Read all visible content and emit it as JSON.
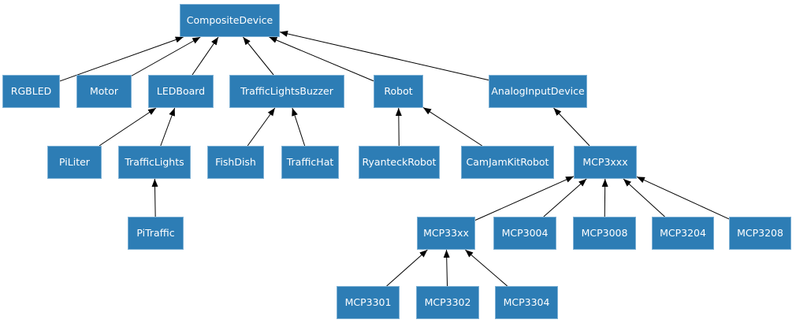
{
  "diagram": {
    "type": "inheritance-diagram",
    "colors": {
      "background": "#ffffff",
      "node_fill": "#2d7db5",
      "node_border": "#7eb1d5",
      "node_text": "#ffffff",
      "edge": "#000000"
    },
    "nodes": [
      {
        "id": "CompositeDevice",
        "label": "CompositeDevice"
      },
      {
        "id": "RGBLED",
        "label": "RGBLED"
      },
      {
        "id": "Motor",
        "label": "Motor"
      },
      {
        "id": "LEDBoard",
        "label": "LEDBoard"
      },
      {
        "id": "TrafficLightsBuzzer",
        "label": "TrafficLightsBuzzer"
      },
      {
        "id": "Robot",
        "label": "Robot"
      },
      {
        "id": "AnalogInputDevice",
        "label": "AnalogInputDevice"
      },
      {
        "id": "PiLiter",
        "label": "PiLiter"
      },
      {
        "id": "TrafficLights",
        "label": "TrafficLights"
      },
      {
        "id": "FishDish",
        "label": "FishDish"
      },
      {
        "id": "TrafficHat",
        "label": "TrafficHat"
      },
      {
        "id": "RyanteckRobot",
        "label": "RyanteckRobot"
      },
      {
        "id": "CamJamKitRobot",
        "label": "CamJamKitRobot"
      },
      {
        "id": "MCP3xxx",
        "label": "MCP3xxx"
      },
      {
        "id": "PiTraffic",
        "label": "PiTraffic"
      },
      {
        "id": "MCP33xx",
        "label": "MCP33xx"
      },
      {
        "id": "MCP3004",
        "label": "MCP3004"
      },
      {
        "id": "MCP3008",
        "label": "MCP3008"
      },
      {
        "id": "MCP3204",
        "label": "MCP3204"
      },
      {
        "id": "MCP3208",
        "label": "MCP3208"
      },
      {
        "id": "MCP3301",
        "label": "MCP3301"
      },
      {
        "id": "MCP3302",
        "label": "MCP3302"
      },
      {
        "id": "MCP3304",
        "label": "MCP3304"
      }
    ],
    "edges": [
      {
        "from": "RGBLED",
        "to": "CompositeDevice"
      },
      {
        "from": "Motor",
        "to": "CompositeDevice"
      },
      {
        "from": "LEDBoard",
        "to": "CompositeDevice"
      },
      {
        "from": "TrafficLightsBuzzer",
        "to": "CompositeDevice"
      },
      {
        "from": "Robot",
        "to": "CompositeDevice"
      },
      {
        "from": "AnalogInputDevice",
        "to": "CompositeDevice"
      },
      {
        "from": "PiLiter",
        "to": "LEDBoard"
      },
      {
        "from": "TrafficLights",
        "to": "LEDBoard"
      },
      {
        "from": "FishDish",
        "to": "TrafficLightsBuzzer"
      },
      {
        "from": "TrafficHat",
        "to": "TrafficLightsBuzzer"
      },
      {
        "from": "RyanteckRobot",
        "to": "Robot"
      },
      {
        "from": "CamJamKitRobot",
        "to": "Robot"
      },
      {
        "from": "MCP3xxx",
        "to": "AnalogInputDevice"
      },
      {
        "from": "PiTraffic",
        "to": "TrafficLights"
      },
      {
        "from": "MCP33xx",
        "to": "MCP3xxx"
      },
      {
        "from": "MCP3004",
        "to": "MCP3xxx"
      },
      {
        "from": "MCP3008",
        "to": "MCP3xxx"
      },
      {
        "from": "MCP3204",
        "to": "MCP3xxx"
      },
      {
        "from": "MCP3208",
        "to": "MCP3xxx"
      },
      {
        "from": "MCP3301",
        "to": "MCP33xx"
      },
      {
        "from": "MCP3302",
        "to": "MCP33xx"
      },
      {
        "from": "MCP3304",
        "to": "MCP33xx"
      }
    ]
  }
}
